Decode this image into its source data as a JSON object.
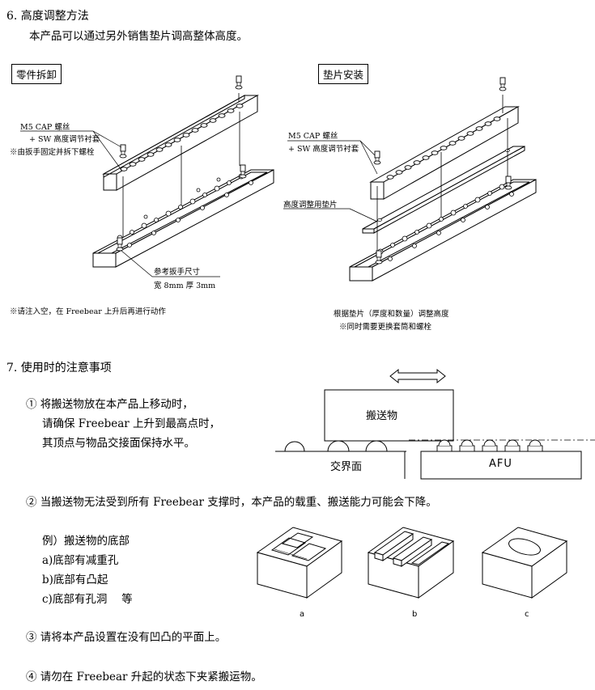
{
  "sec6": {
    "heading": "6. 高度调整方法",
    "intro": "本产品可以通过另外销售垫片调高整体高度。",
    "left": {
      "box": "零件拆卸",
      "bolt_label": "M5 CAP 螺丝",
      "bolt_sub": "+ SW 高度调节衬套",
      "remove_note": "※由扳手固定并拆下螺栓",
      "wrench_label": "参考扳手尺寸",
      "wrench_size": "宽 8mm 厚 3mm",
      "footer_note": "※请注入空，在 Freebear 上升后再进行动作"
    },
    "right": {
      "box": "垫片安装",
      "bolt_label": "M5 CAP 螺丝",
      "bolt_sub": "+ SW 高度调节衬套",
      "shim_label": "高度调整用垫片",
      "note1": "根据垫片（厚度和数量）调整高度",
      "note2": "※同时需要更换套筒和螺栓"
    }
  },
  "sec7": {
    "heading": "7. 使用时的注意事项",
    "item1": [
      "① 将搬送物放在本产品上移动时，",
      "请确保 Freebear 上升到最高点时，",
      "其顶点与物品交接面保持水平。"
    ],
    "diagram": {
      "object": "搬送物",
      "interface": "交界面",
      "afu": "AFU"
    },
    "item2": "② 当搬送物无法受到所有 Freebear 支撑时，本产品的载重、搬送能力可能会下降。",
    "example": {
      "title": "例）搬送物的底部",
      "a": "a)底部有减重孔",
      "b": "b)底部有凸起",
      "c": "c)底部有孔洞　 等",
      "labels": [
        "a",
        "b",
        "c"
      ]
    },
    "item3": "③ 请将本产品设置在没有凹凸的平面上。",
    "item4": "④ 请勿在 Freebear 升起的状态下夹紧搬运物。"
  }
}
